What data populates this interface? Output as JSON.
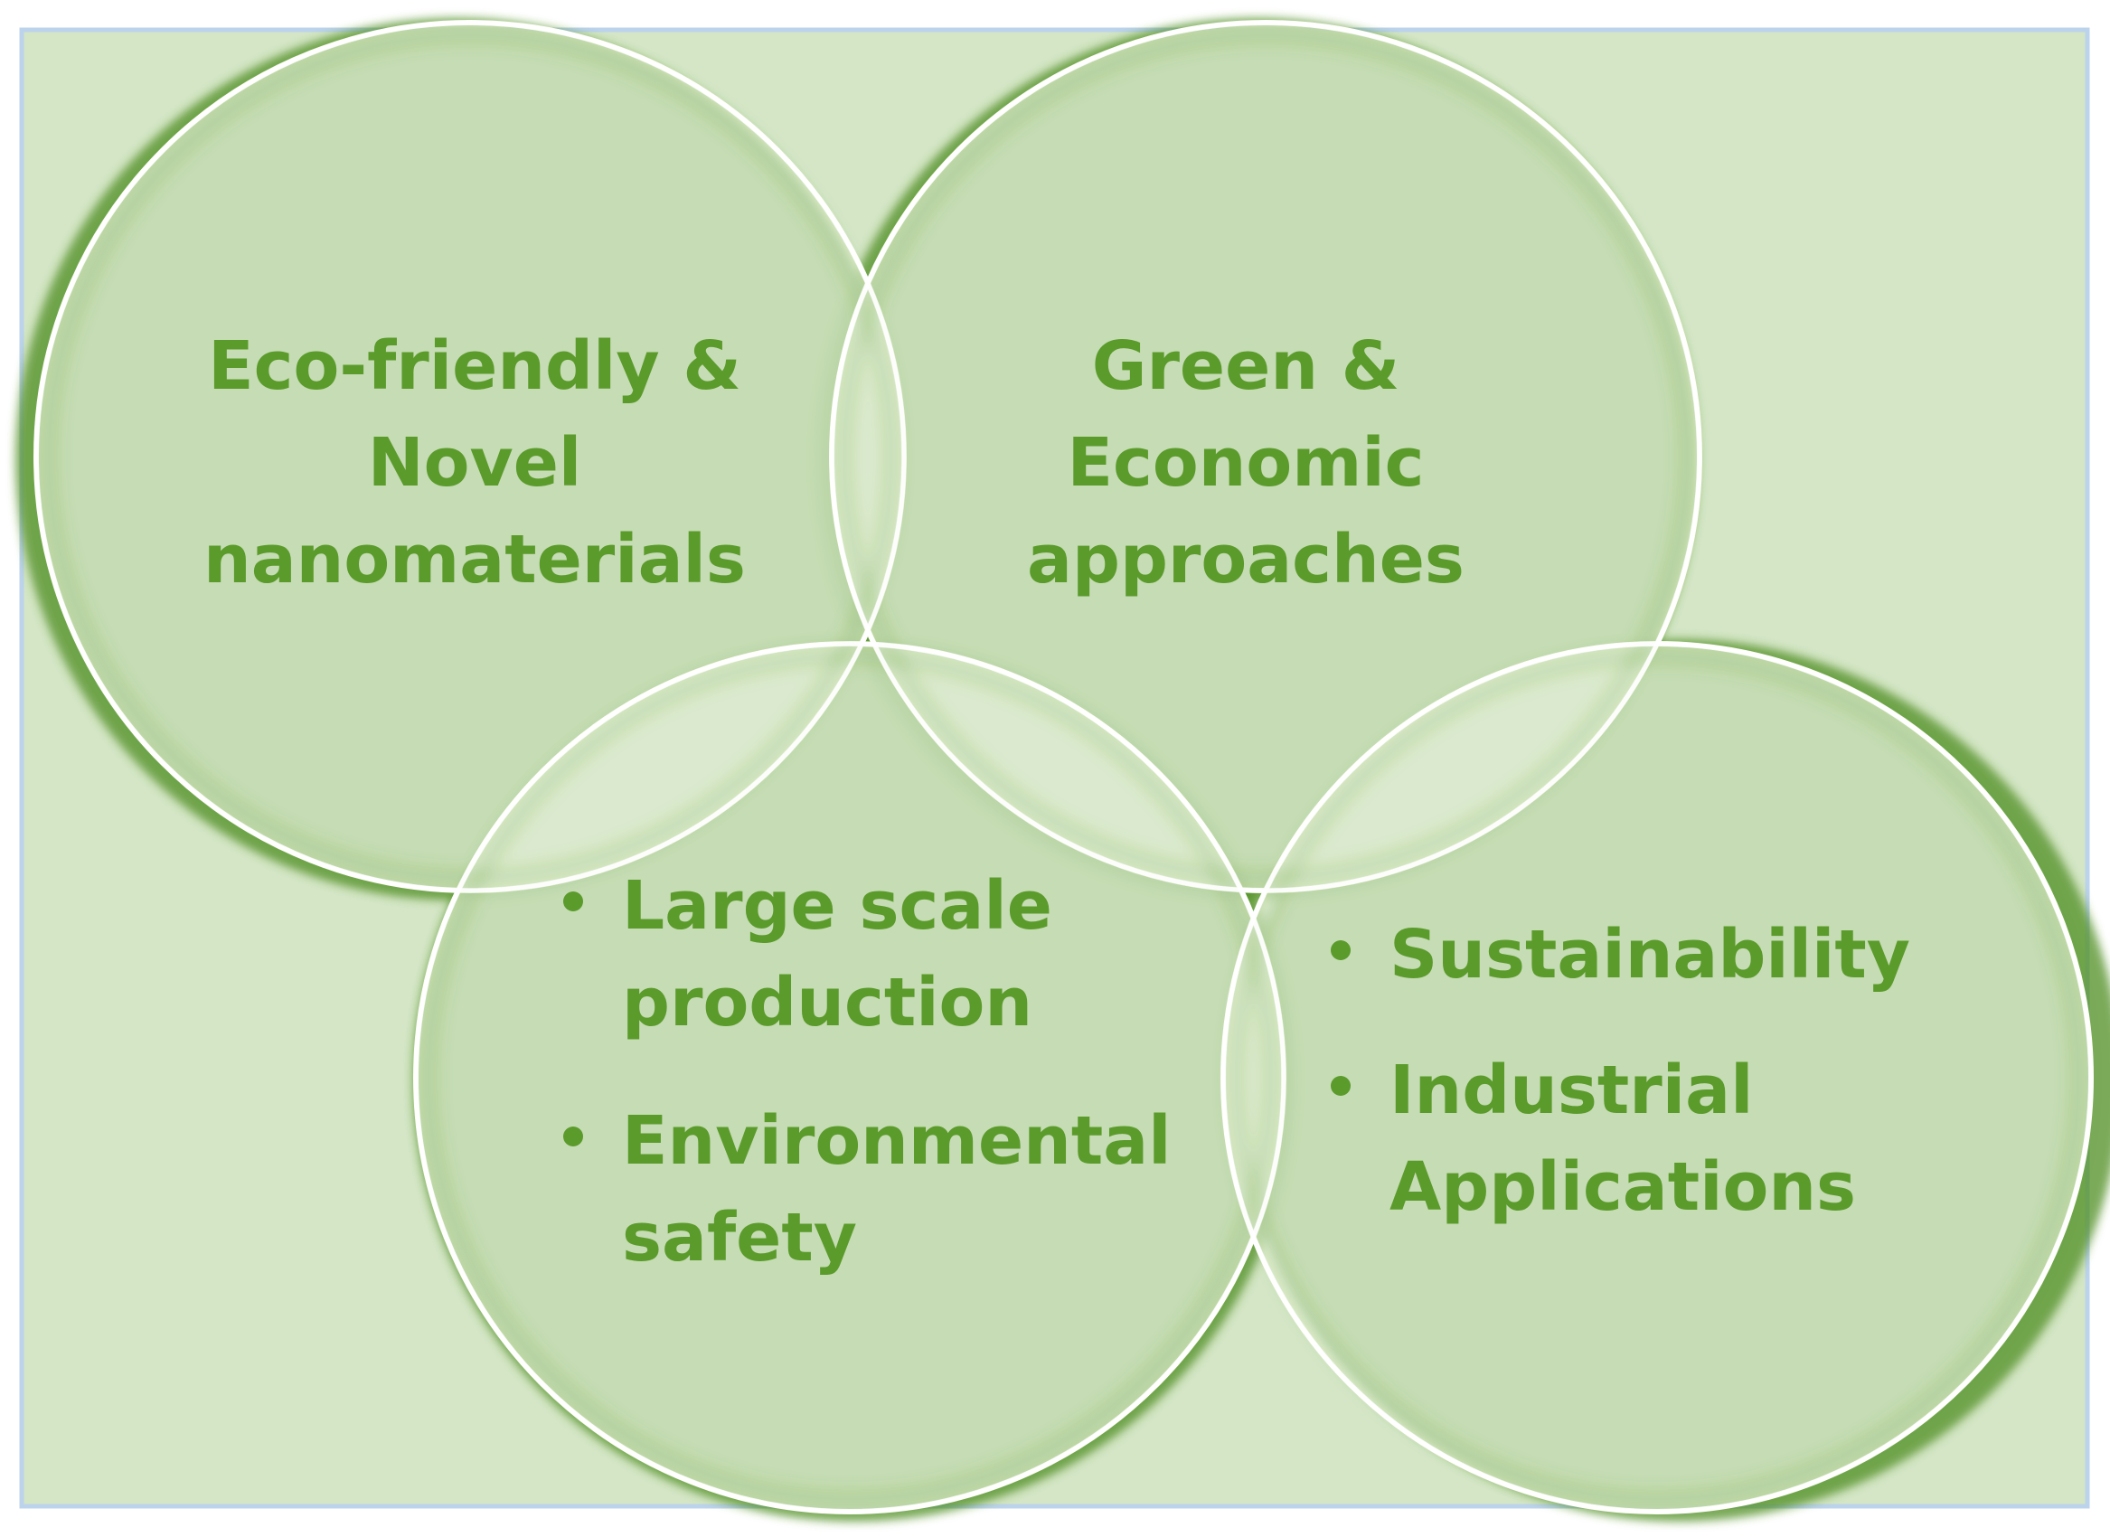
{
  "diagram": {
    "colors": {
      "background": "#d4e6c6",
      "border": "#bcd3ec",
      "circle_fill": "#e6f1dc",
      "circle_edge": "#4f8f22",
      "text": "#5b9b2b"
    },
    "circles": [
      {
        "id": "eco",
        "title_lines": [
          "Eco-friendly &",
          "Novel",
          "nanomaterials"
        ]
      },
      {
        "id": "green",
        "title_lines": [
          "Green &",
          "Economic",
          "approaches"
        ]
      },
      {
        "id": "production",
        "bullets": [
          {
            "lines": [
              "Large scale",
              "production"
            ]
          },
          {
            "lines": [
              "Environmental",
              "safety"
            ]
          }
        ]
      },
      {
        "id": "sustain",
        "bullets": [
          {
            "lines": [
              "Sustainability"
            ]
          },
          {
            "lines": [
              "Industrial",
              "Applications"
            ]
          }
        ]
      }
    ]
  }
}
